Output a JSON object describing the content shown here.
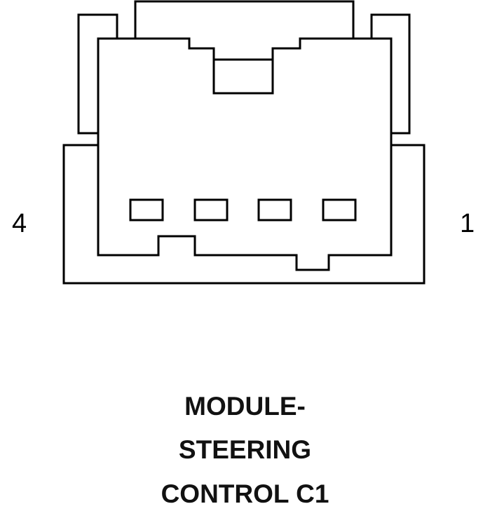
{
  "pin_labels": {
    "left": "4",
    "right": "1"
  },
  "title_lines": [
    "MODULE-",
    "STEERING",
    "CONTROL C1"
  ],
  "colors": {
    "stroke": "#000000",
    "background": "#ffffff",
    "text": "#111111"
  }
}
